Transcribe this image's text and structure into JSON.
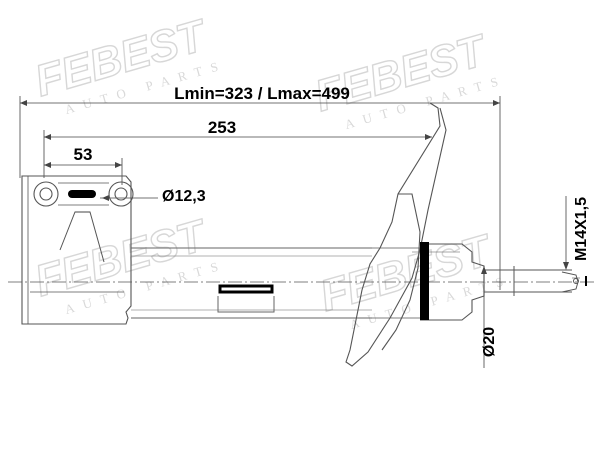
{
  "drawing": {
    "watermark_brand": "FEBEST",
    "watermark_tagline": "AUTO PARTS",
    "dimensions": {
      "length_range": "Lmin=323 / Lmax=499",
      "bracket_to_seat": "253",
      "mount_offset": "53",
      "hole_diameter": "Ø12,3",
      "rod_diameter": "Ø20",
      "thread_size": "M14X1,5"
    }
  }
}
